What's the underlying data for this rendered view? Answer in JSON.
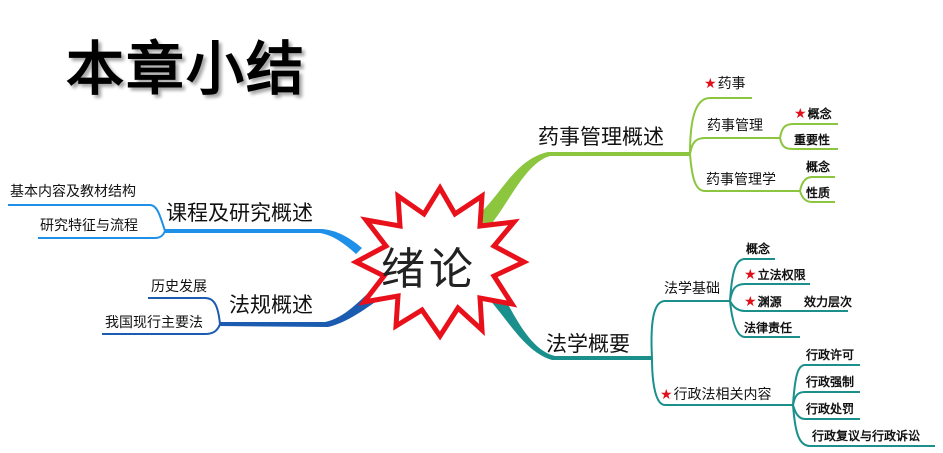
{
  "title": "本章小结",
  "center": "绪论",
  "colors": {
    "green": "#8cc63f",
    "teal": "#1a8f8c",
    "blue": "#1e90e8",
    "navy": "#1b5bb0",
    "burst_stroke": "#e8101a",
    "star": "#e0101a"
  },
  "branches": {
    "pharmacy_overview": {
      "label": "药事管理概述",
      "yaoshi": "药事",
      "yaoshi_guanli": {
        "label": "药事管理",
        "children": [
          "概念",
          "重要性"
        ]
      },
      "yaoshi_guanlixue": {
        "label": "药事管理学",
        "children": [
          "概念",
          "性质"
        ]
      }
    },
    "law_overview": {
      "label": "法学概要",
      "law_basics": {
        "label": "法学基础",
        "children": [
          "概念",
          "立法权限",
          "渊源",
          "效力层次",
          "法律责任"
        ]
      },
      "admin_law": {
        "label": "行政法相关内容",
        "children": [
          "行政许可",
          "行政强制",
          "行政处罚",
          "行政复议与行政诉讼"
        ]
      }
    },
    "course_overview": {
      "label": "课程及研究概述",
      "children": [
        "基本内容及教材结构",
        "研究特征与流程"
      ]
    },
    "regulations_overview": {
      "label": "法规概述",
      "children": [
        "历史发展",
        "我国现行主要法"
      ]
    }
  }
}
